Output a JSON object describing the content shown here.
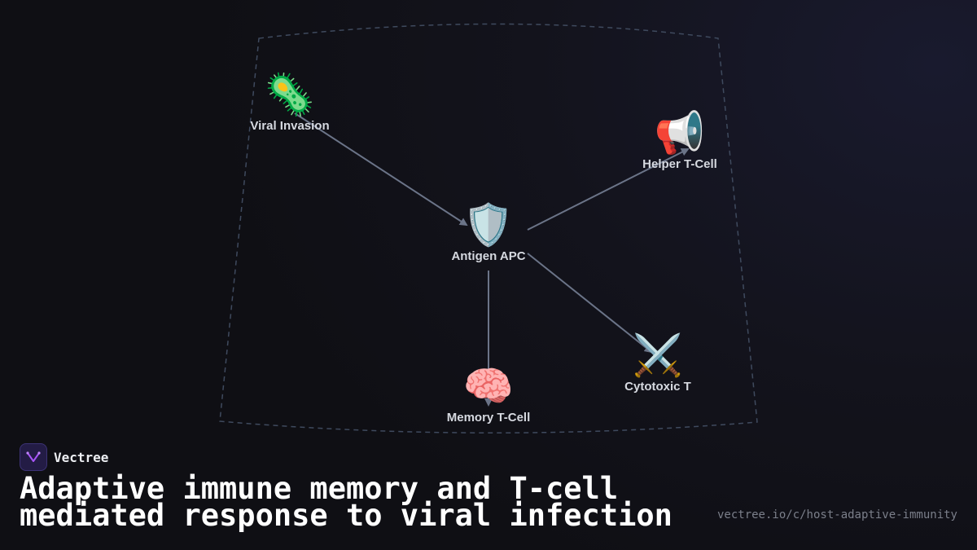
{
  "brand": {
    "name": "Vectree"
  },
  "title": "Adaptive immune memory and T-cell mediated response to viral infection",
  "url": "vectree.io/c/host-adaptive-immunity",
  "colors": {
    "edge": "#6b7488",
    "boundary": "#3f4a5e",
    "label": "#d6d9e0",
    "title": "#ffffff",
    "url": "#7b7f8a",
    "logo": "#a855f7"
  },
  "nodes": [
    {
      "id": "viral",
      "label": "Viral Invasion",
      "icon": "microbe-icon",
      "glyph": "🦠"
    },
    {
      "id": "apc",
      "label": "Antigen APC",
      "icon": "shield-icon",
      "glyph": "🛡️"
    },
    {
      "id": "helper",
      "label": "Helper T-Cell",
      "icon": "megaphone-icon",
      "glyph": "📢"
    },
    {
      "id": "memory",
      "label": "Memory T-Cell",
      "icon": "brain-icon",
      "glyph": "🧠"
    },
    {
      "id": "cytotoxic",
      "label": "Cytotoxic T",
      "icon": "crossed-swords-icon",
      "glyph": "⚔️"
    }
  ],
  "edges": [
    {
      "from": "viral",
      "to": "apc"
    },
    {
      "from": "apc",
      "to": "helper"
    },
    {
      "from": "apc",
      "to": "memory"
    },
    {
      "from": "apc",
      "to": "cytotoxic"
    }
  ]
}
